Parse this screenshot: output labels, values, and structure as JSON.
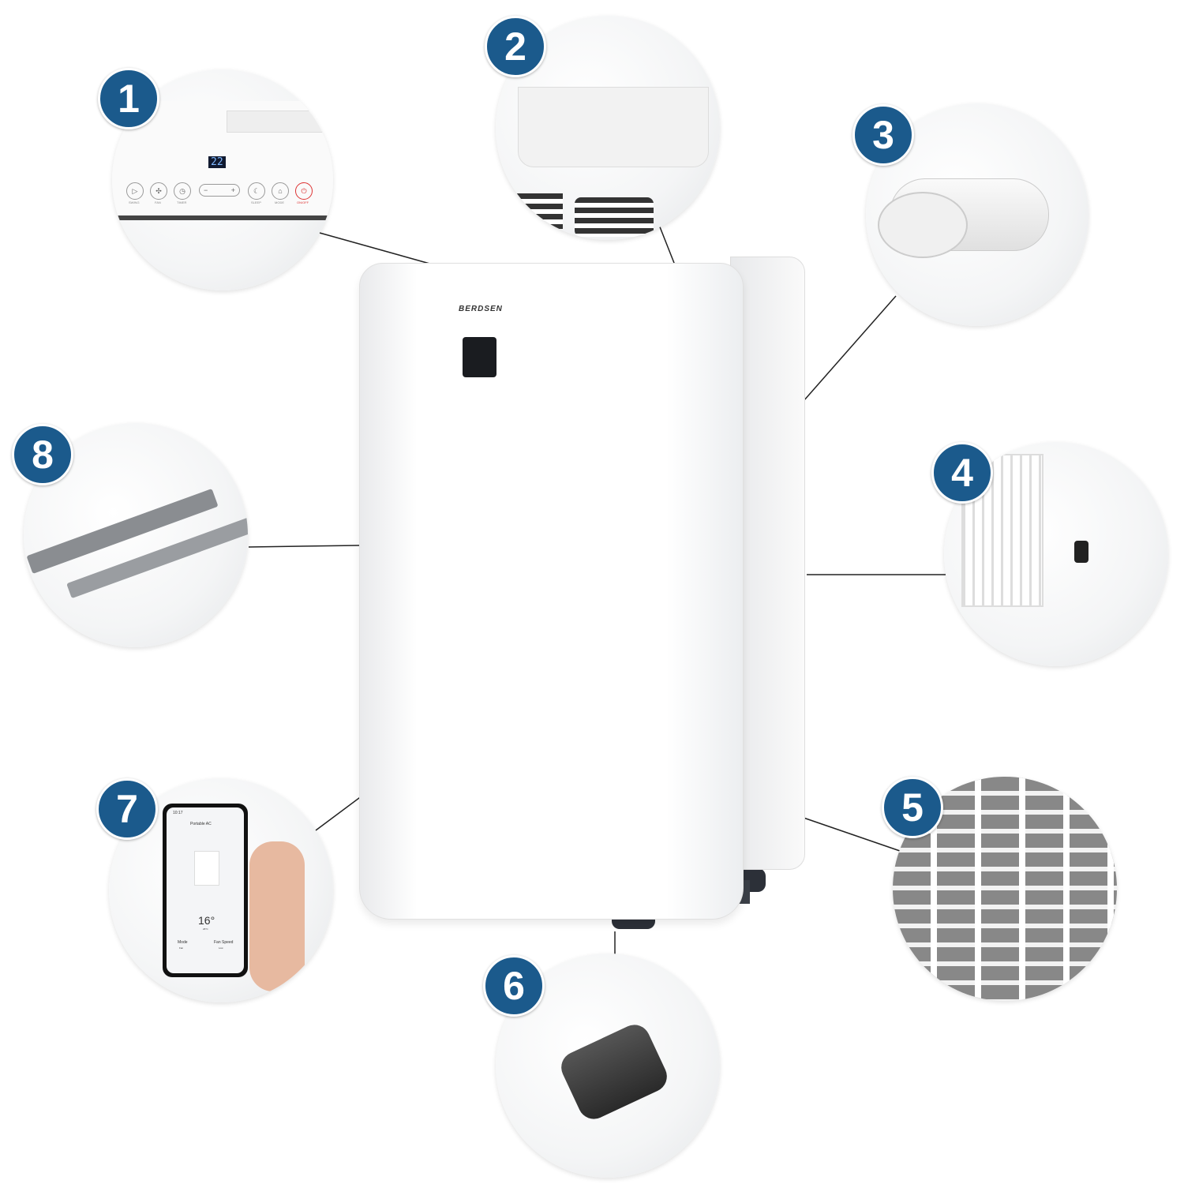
{
  "brand": "BERDSEN",
  "accent_color": "#1b5a8c",
  "callouts": [
    {
      "number": "1",
      "subject": "control-panel"
    },
    {
      "number": "2",
      "subject": "air-outlet"
    },
    {
      "number": "3",
      "subject": "exhaust-hose-connector"
    },
    {
      "number": "4",
      "subject": "drain-outlet"
    },
    {
      "number": "5",
      "subject": "filter"
    },
    {
      "number": "6",
      "subject": "caster-wheel"
    },
    {
      "number": "7",
      "subject": "smartphone-app"
    },
    {
      "number": "8",
      "subject": "window-kit"
    }
  ],
  "control_panel": {
    "display": "22",
    "buttons": [
      "SWING",
      "FAN",
      "TIMER",
      "SLEEP",
      "MODE",
      "ON/OFF"
    ],
    "minus": "−",
    "plus": "+"
  },
  "app": {
    "time": "10:17",
    "title": "Portable AC",
    "temperature": "16°",
    "temp_sub": "26°C",
    "mode_label": "Mode",
    "mode_value": "Fan",
    "fan_label": "Fan Speed",
    "fan_value": "Low"
  }
}
